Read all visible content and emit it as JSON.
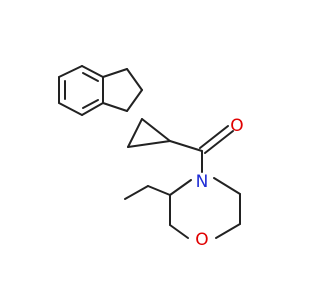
{
  "molecule": {
    "atoms": {
      "carbonyl_oxygen": {
        "label": "O",
        "color": "#e00000"
      },
      "amide_nitrogen": {
        "label": "N",
        "color": "#1f2dd6"
      },
      "ring_oxygen": {
        "label": "O",
        "color": "#e00000"
      }
    },
    "bond_color": "#222222"
  }
}
